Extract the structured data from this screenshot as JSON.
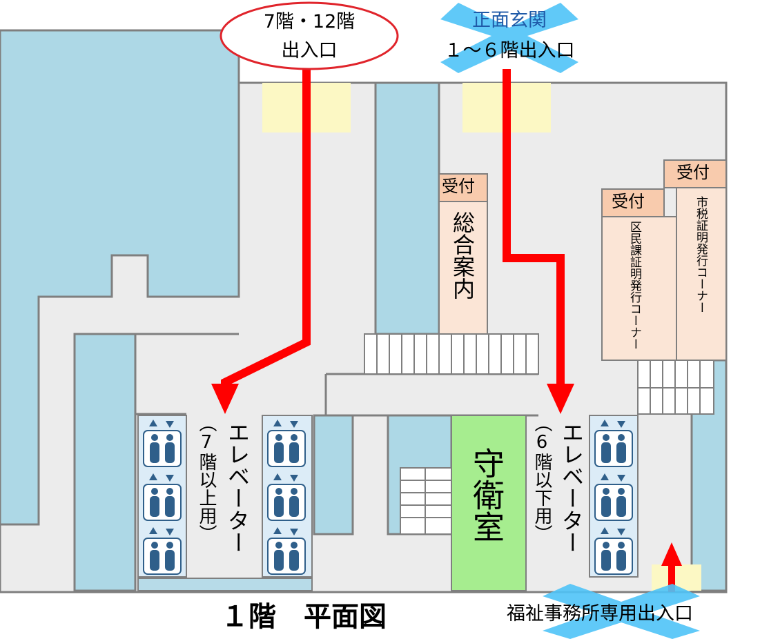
{
  "entrances": {
    "top_left": {
      "line1": "7階・12階",
      "line2": "出入口"
    },
    "main": {
      "line1": "正面玄関",
      "line2": "１～６階出入口"
    },
    "welfare": "福祉事務所専用出入口"
  },
  "reception": {
    "label": "受付",
    "general_info": "総合案内",
    "ward_desk": "区民課証明発行コーナー",
    "tax_desk": "市税証明発行コーナー"
  },
  "elevators": {
    "upper": {
      "name": "エレベーター",
      "note": "（7階以上用）"
    },
    "lower": {
      "name": "エレベーター",
      "note": "（6階以下用）"
    }
  },
  "guard_room": "守衛室",
  "floor_title": "１階　平面図",
  "colors": {
    "route": "#ff0000",
    "guard_room": "#a6ed8f",
    "rooms": "#add8e6",
    "reception": "#f8cbad",
    "desk": "#fbe5d6",
    "entrance_marker": "#4fc3f7"
  },
  "icons": [
    "elevator-icon",
    "route-arrow",
    "entrance-cross-marker"
  ]
}
